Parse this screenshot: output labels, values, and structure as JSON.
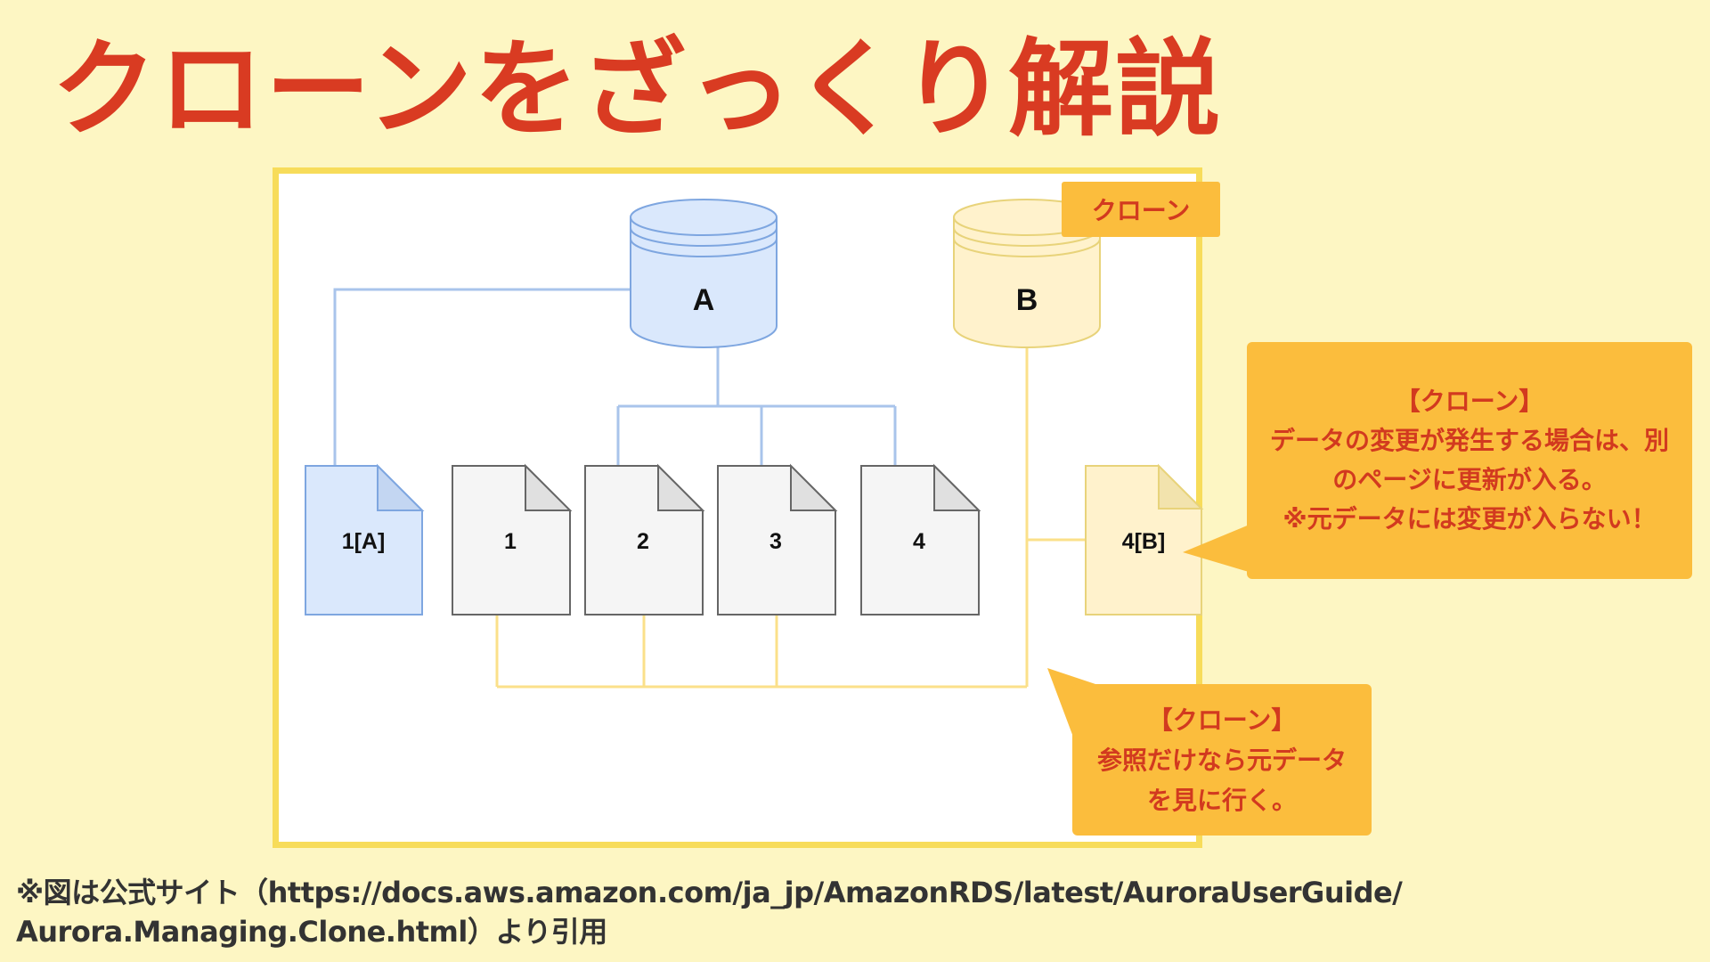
{
  "title": "クローンをざっくり解説",
  "diagram": {
    "database_a": "A",
    "database_b": "B",
    "pages": [
      "1[A]",
      "1",
      "2",
      "3",
      "4",
      "4[B]"
    ],
    "clone_tag": "クローン"
  },
  "callouts": {
    "change_note": {
      "heading": "【クローン】",
      "lines": [
        "データの変更が発生する場合は、別",
        "のページに更新が入る。",
        "※元データには変更が入らない！"
      ]
    },
    "reference_note": {
      "heading": "【クローン】",
      "lines": [
        "参照だけなら元データ",
        "を見に行く。"
      ]
    }
  },
  "footnote": {
    "line1": "※図は公式サイト（https://docs.aws.amazon.com/ja_jp/AmazonRDS/latest/AuroraUserGuide/",
    "line2": "Aurora.Managing.Clone.html）より引用"
  },
  "colors": {
    "title": "#d93b22",
    "background": "#fdf6c3",
    "accent_orange": "#fbbd3d",
    "db_a_fill": "#dae8fc",
    "db_b_fill": "#fff2cc"
  }
}
